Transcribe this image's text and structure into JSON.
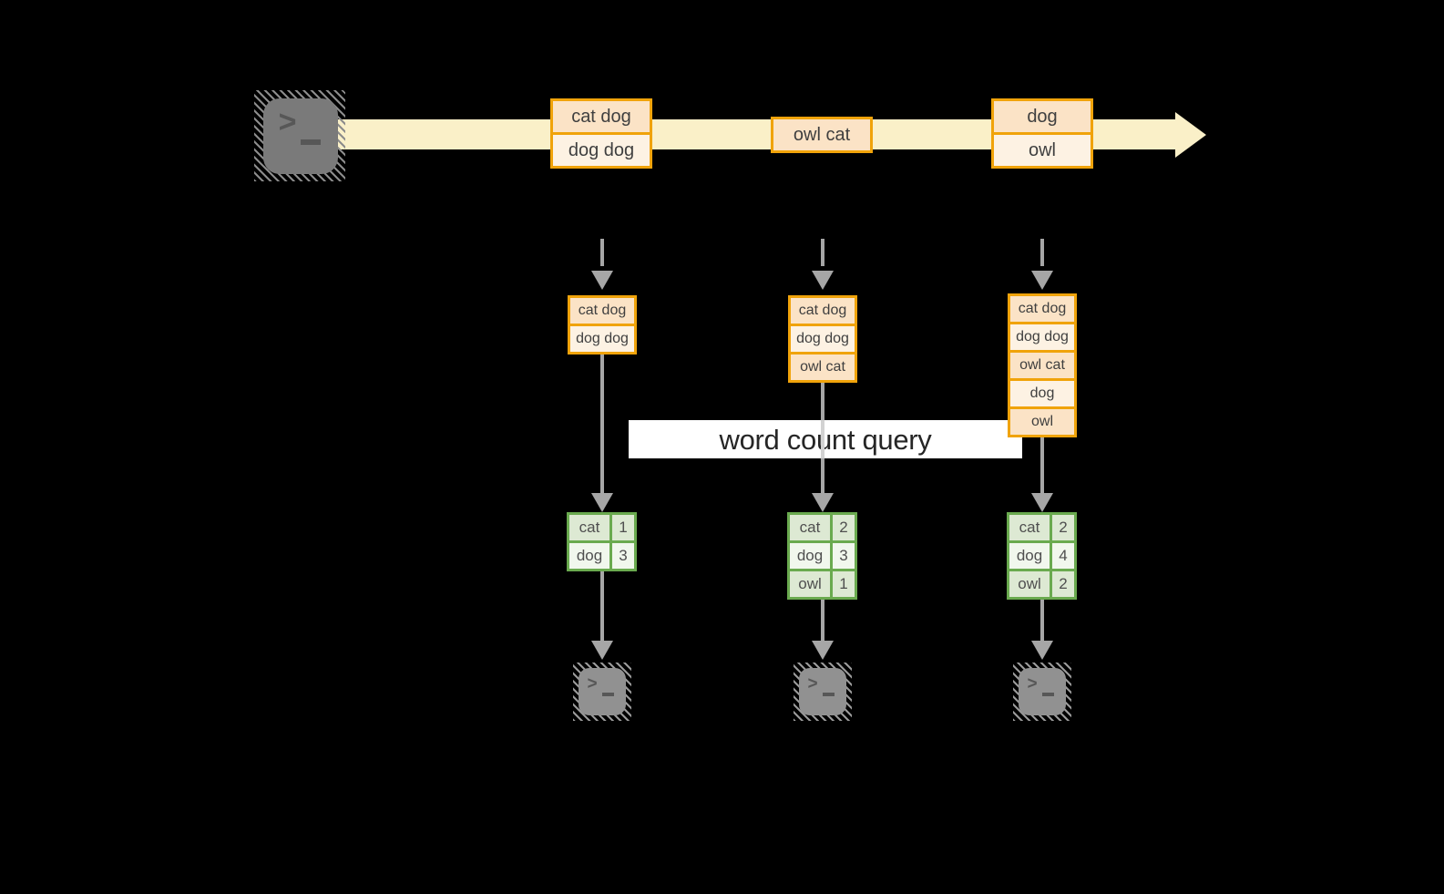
{
  "diagram": {
    "kind": "stream word-count diagram",
    "query_label": "word count query"
  },
  "icons": {
    "terminal": "terminal-icon",
    "prompt_chevron": ">"
  },
  "colors": {
    "background": "#000000",
    "stream_band": "#faf0c8",
    "orange_border": "#f0a30a",
    "record_fill_dark": "#fbe3c6",
    "record_fill_light": "#fdf2e3",
    "green_border": "#6aaa4f",
    "green_fill_dark": "#dde9d3",
    "green_fill_light": "#f1f7ed",
    "connector_gray": "#a6a6a6",
    "terminal_gray": "#7a7a7a",
    "label_bg": "#ffffff"
  },
  "stream": {
    "records": [
      {
        "cells": [
          "cat dog",
          "dog dog"
        ]
      },
      {
        "cells": [
          "owl cat"
        ]
      },
      {
        "cells": [
          "dog",
          "owl"
        ]
      }
    ]
  },
  "columns": [
    {
      "stack": [
        "cat dog",
        "dog dog"
      ],
      "table": [
        [
          "cat",
          "1"
        ],
        [
          "dog",
          "3"
        ]
      ]
    },
    {
      "stack": [
        "cat dog",
        "dog dog",
        "owl cat"
      ],
      "table": [
        [
          "cat",
          "2"
        ],
        [
          "dog",
          "3"
        ],
        [
          "owl",
          "1"
        ]
      ]
    },
    {
      "stack": [
        "cat dog",
        "dog dog",
        "owl cat",
        "dog",
        "owl"
      ],
      "table": [
        [
          "cat",
          "2"
        ],
        [
          "dog",
          "4"
        ],
        [
          "owl",
          "2"
        ]
      ]
    }
  ]
}
